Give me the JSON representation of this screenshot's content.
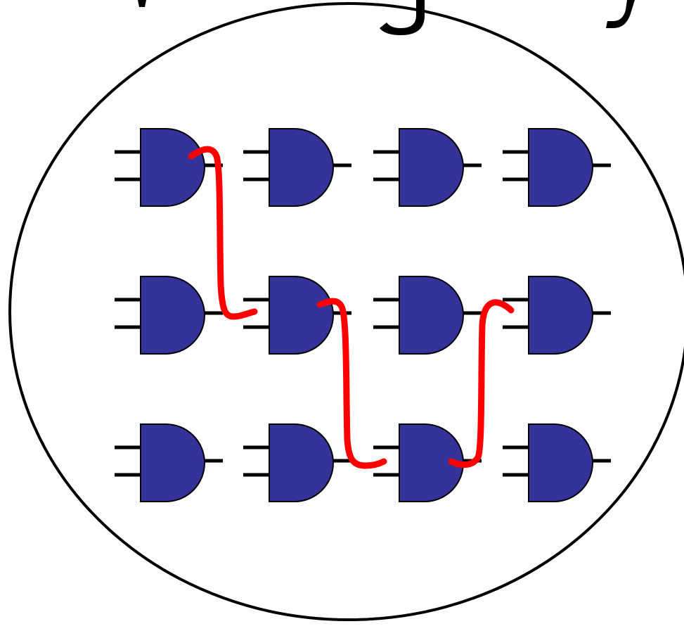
{
  "colors": {
    "background": "#ffffff",
    "outline": "#000000",
    "gate_fill": "#333399",
    "wire": "#ff0000"
  },
  "diagram": {
    "container_shape": "ellipse",
    "cropped_top_text": "hidden",
    "gate_type": "and-gate",
    "grid": {
      "rows": 3,
      "cols": 4
    },
    "gates": [
      {
        "id": "r1c1"
      },
      {
        "id": "r1c2"
      },
      {
        "id": "r1c3"
      },
      {
        "id": "r1c4"
      },
      {
        "id": "r2c1"
      },
      {
        "id": "r2c2"
      },
      {
        "id": "r2c3"
      },
      {
        "id": "r2c4"
      },
      {
        "id": "r3c1"
      },
      {
        "id": "r3c2"
      },
      {
        "id": "r3c3"
      },
      {
        "id": "r3c4"
      }
    ],
    "connections": [
      {
        "from": "r1c1",
        "to": "r2c2"
      },
      {
        "from": "r2c2",
        "to": "r3c3"
      },
      {
        "from": "r3c3",
        "to": "r2c4"
      }
    ]
  }
}
